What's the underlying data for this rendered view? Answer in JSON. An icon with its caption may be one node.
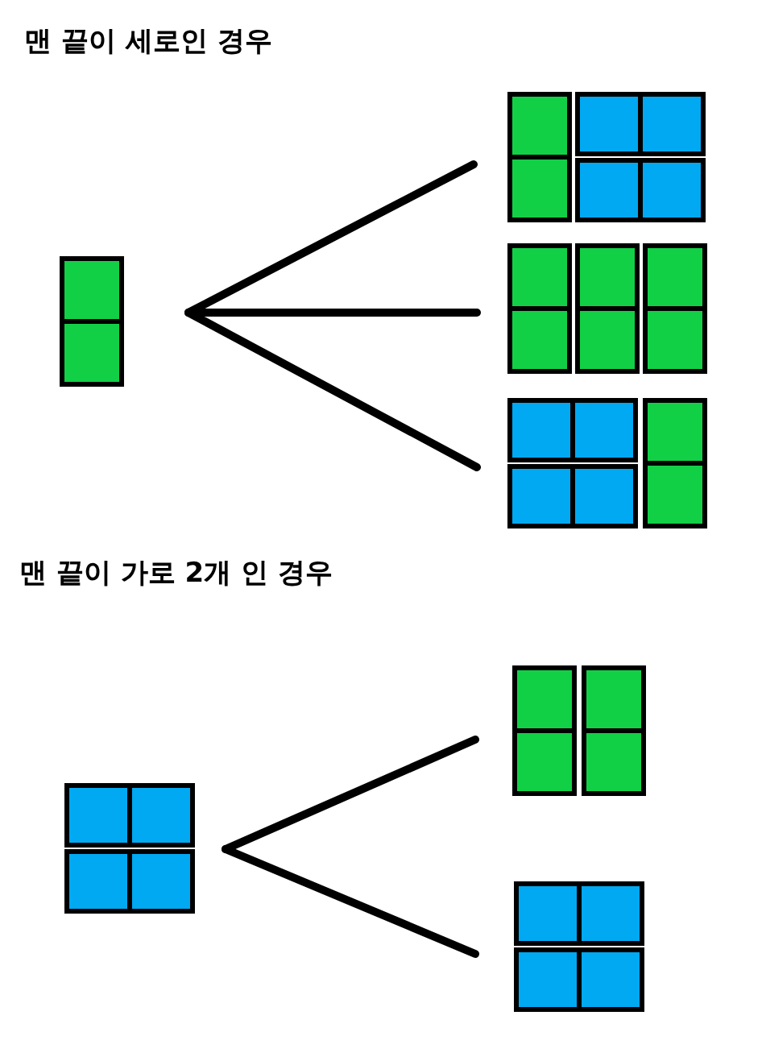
{
  "diagram": {
    "nodes": [
      {
        "text": [],
        "shape": "picture"
      },
      {
        "text": [],
        "shape": "picture"
      },
      {
        "text": [],
        "shape": "picture"
      },
      {
        "text": [],
        "shape": "picture"
      },
      {
        "text": [],
        "shape": "picture"
      },
      {
        "text": [],
        "shape": "picture"
      },
      {
        "text": [],
        "shape": "picture"
      }
    ],
    "edges": [
      {
        "from": 0,
        "to": 1,
        "arrow": "none"
      },
      {
        "from": 0,
        "to": 2,
        "arrow": "none"
      },
      {
        "from": 0,
        "to": 3,
        "arrow": "none"
      },
      {
        "from": 4,
        "to": 5,
        "arrow": "none"
      },
      {
        "from": 4,
        "to": 6,
        "arrow": "none"
      }
    ],
    "labels": [
      "맨 끝이 세로인 경우",
      "맨 끝이 가로 2개 인 경우"
    ]
  }
}
